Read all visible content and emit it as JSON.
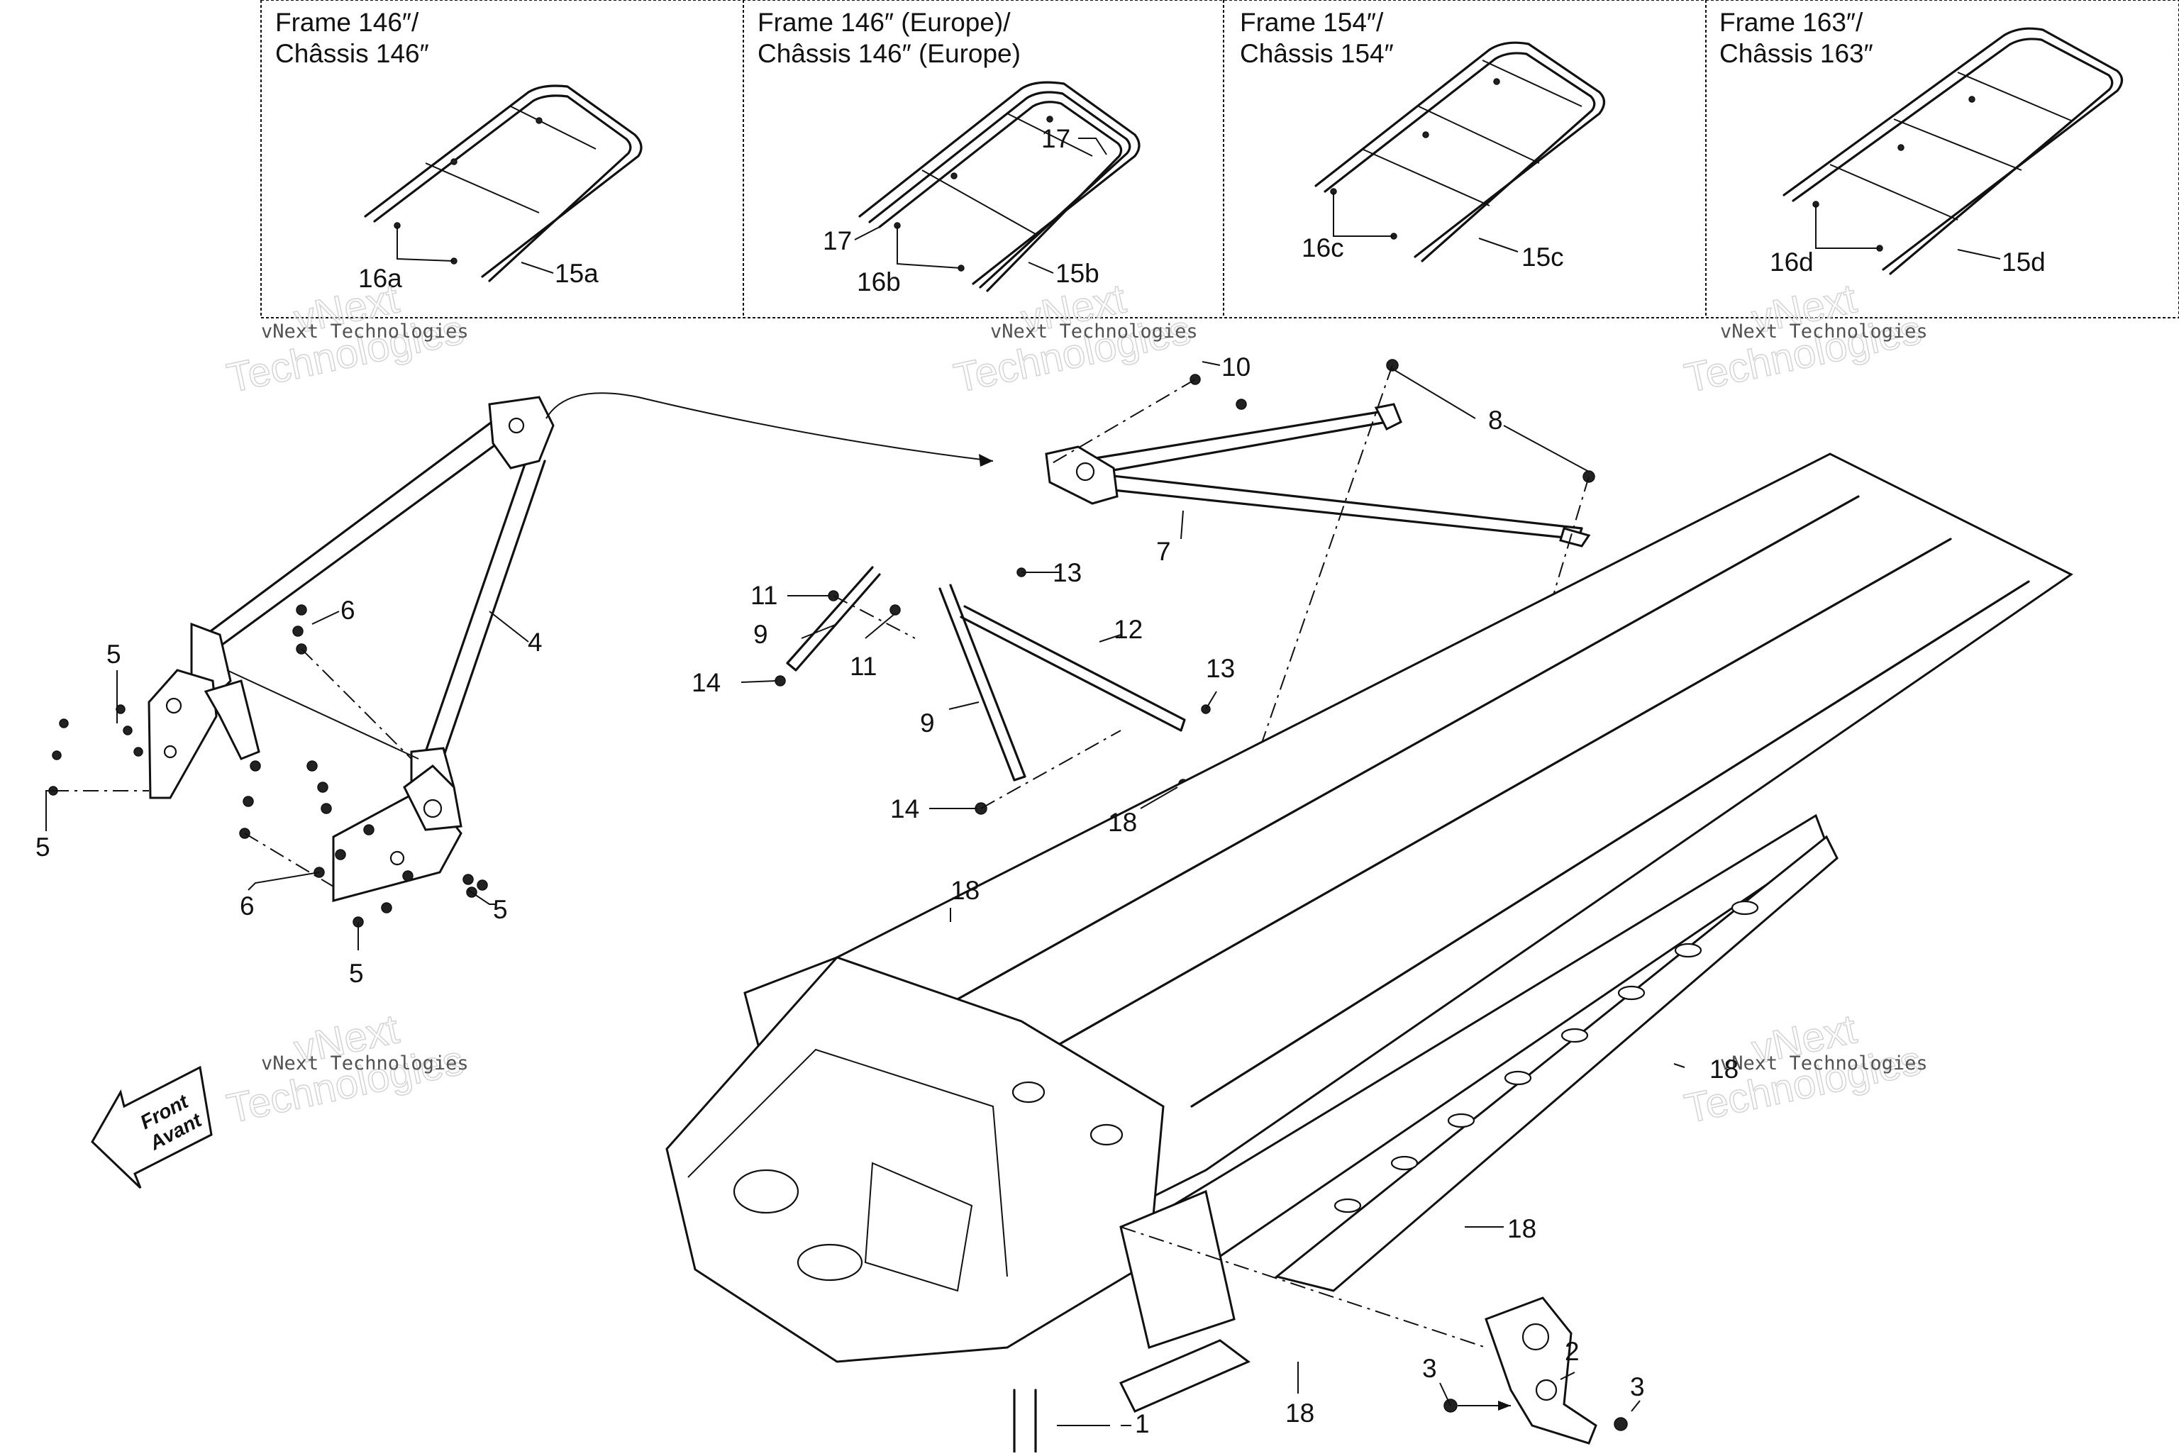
{
  "frame_panels": [
    {
      "title_line1": "Frame 146″/",
      "title_line2": "Châssis 146″",
      "label_a": "16a",
      "label_b": "15a"
    },
    {
      "title_line1": "Frame 146″ (Europe)/",
      "title_line2": "Châssis 146″ (Europe)",
      "label_a": "16b",
      "label_b": "15b",
      "label_c": "17",
      "label_d": "17"
    },
    {
      "title_line1": "Frame 154″/",
      "title_line2": "Châssis 154″",
      "label_a": "16c",
      "label_b": "15c"
    },
    {
      "title_line1": "Frame 163″/",
      "title_line2": "Châssis 163″",
      "label_a": "16d",
      "label_b": "15d"
    }
  ],
  "watermark": {
    "small_text": "vNext Technologies",
    "big_line1": "vNext",
    "big_line2": "Technologies"
  },
  "front_arrow": {
    "line1": "Front",
    "line2": "Avant"
  },
  "callouts": {
    "c1": "1",
    "c2": "2",
    "c3a": "3",
    "c3b": "3",
    "c4": "4",
    "c5a": "5",
    "c5b": "5",
    "c5c": "5",
    "c5d": "5",
    "c6a": "6",
    "c6b": "6",
    "c7": "7",
    "c8": "8",
    "c9a": "9",
    "c9b": "9",
    "c10": "10",
    "c11a": "11",
    "c11b": "11",
    "c12": "12",
    "c13a": "13",
    "c13b": "13",
    "c14a": "14",
    "c14b": "14",
    "c18a": "18",
    "c18b": "18",
    "c18c": "18",
    "c18d": "18",
    "c18e": "18"
  }
}
